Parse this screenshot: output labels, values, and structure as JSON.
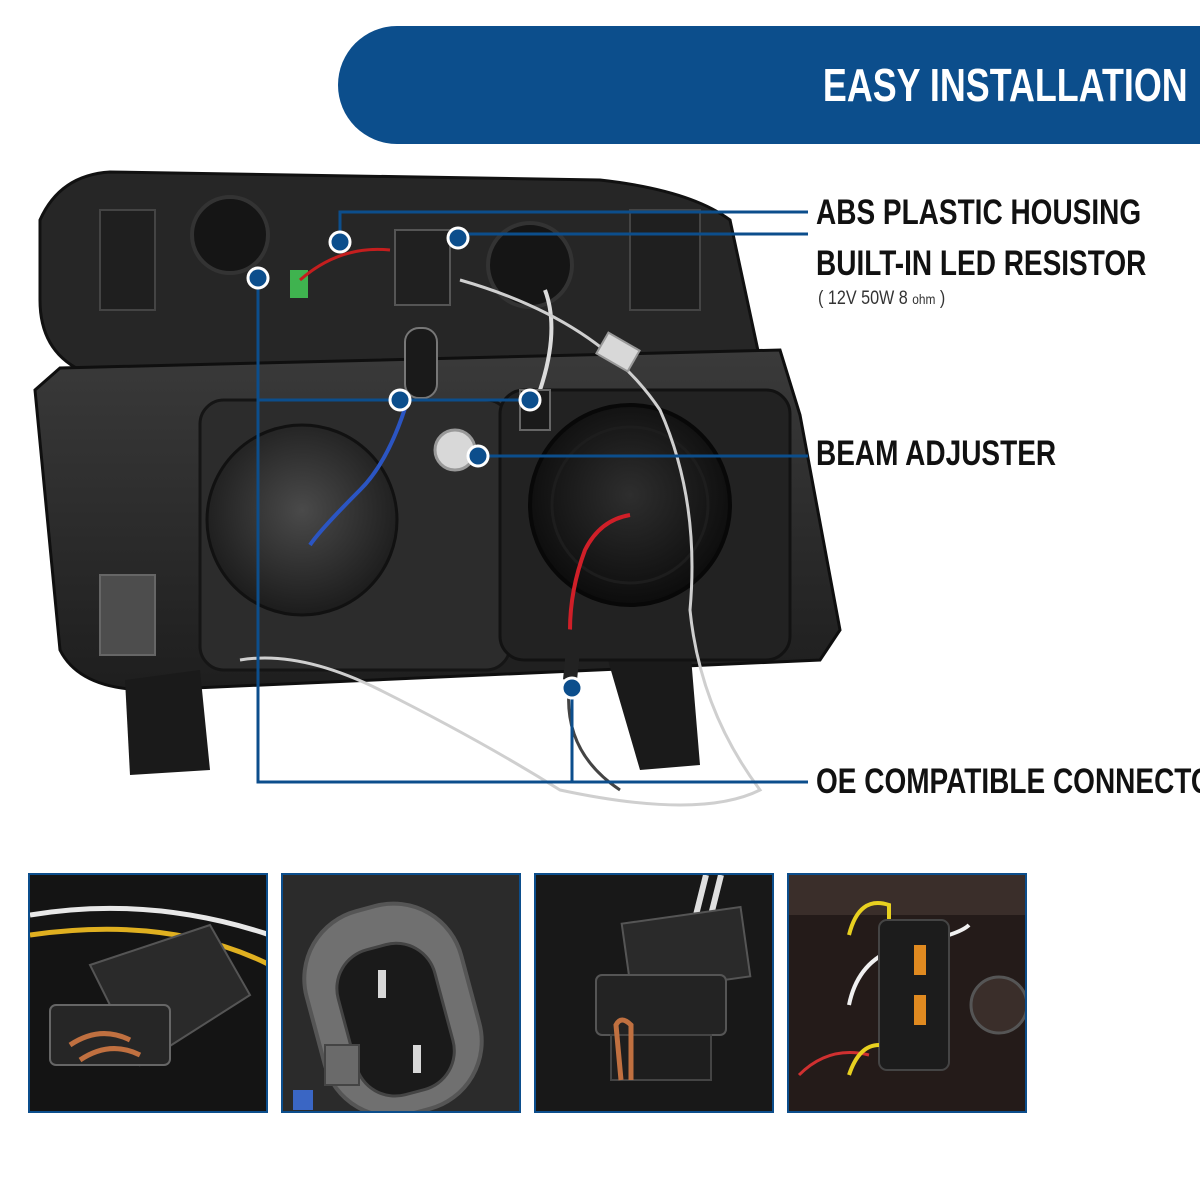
{
  "banner": {
    "title": "EASY INSTALLATION",
    "color": "#0c4e8c"
  },
  "callouts": [
    {
      "label": "ABS PLASTIC HOUSING"
    },
    {
      "label": "BUILT-IN LED RESISTOR",
      "detail_main": "( 12V 50W 8 ",
      "detail_unit": "ohm",
      "detail_end": " )"
    },
    {
      "label": "BEAM ADJUSTER"
    },
    {
      "label": "OE COMPATIBLE CONNECTORS"
    }
  ],
  "thumbnails": [
    {
      "icon": "bulb-socket-connector-icon"
    },
    {
      "icon": "oval-plug-connector-icon"
    },
    {
      "icon": "three-pin-socket-connector-icon"
    },
    {
      "icon": "led-resistor-module-icon"
    }
  ],
  "colors": {
    "leader_line": "#0c4e8c",
    "dot_fill": "#0c4e8c",
    "dot_ring": "#ffffff"
  }
}
